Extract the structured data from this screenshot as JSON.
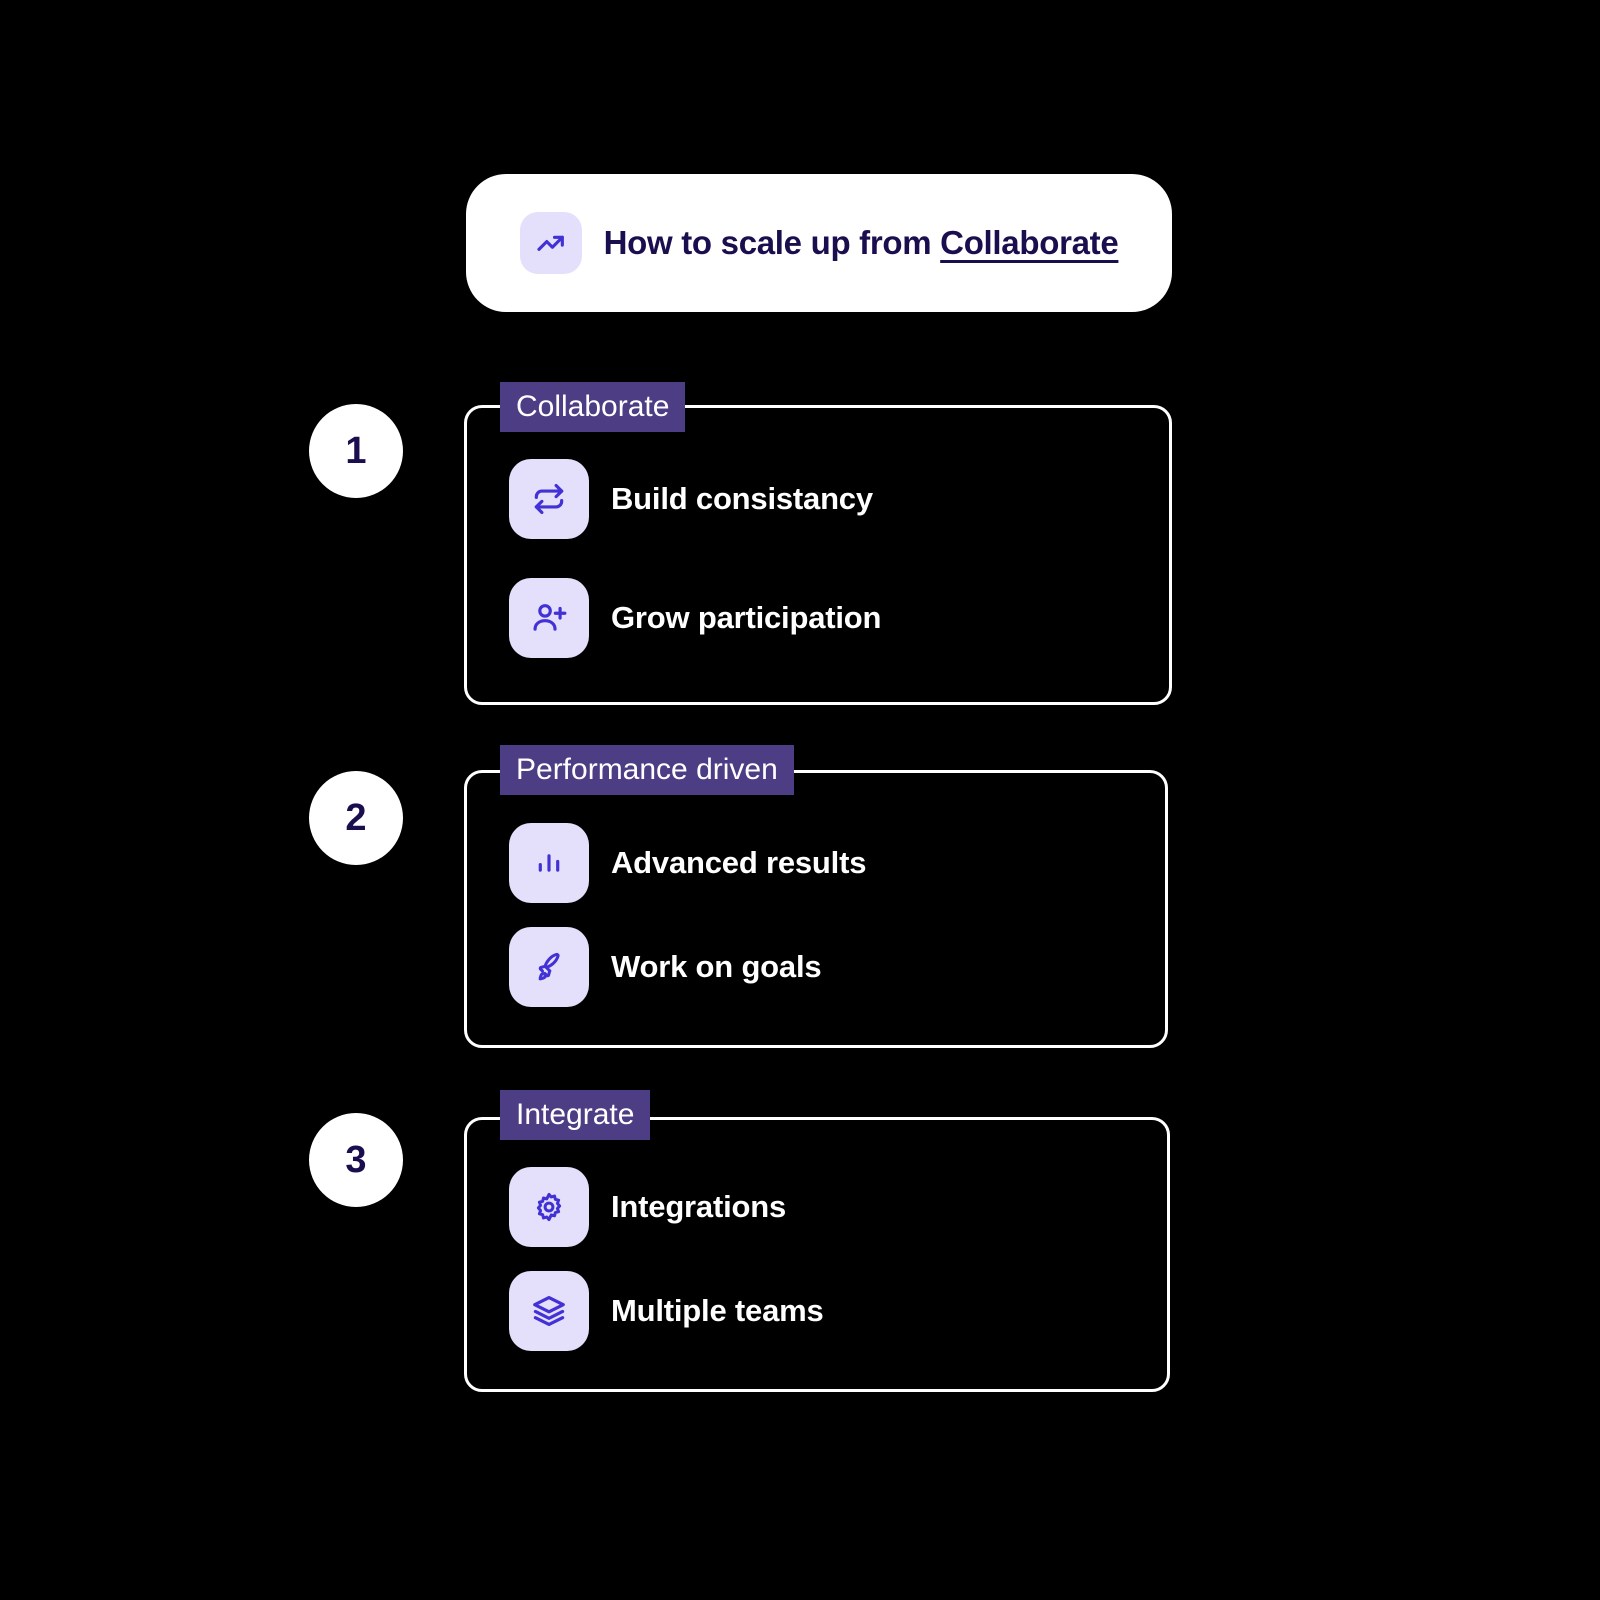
{
  "header": {
    "icon": "trending-up-icon",
    "title_prefix": "How to scale up from ",
    "title_highlight": "Collaborate"
  },
  "colors": {
    "background": "#000000",
    "card_surface": "#FFFFFF",
    "badge_purple": "#4C3D85",
    "icon_tile": "#E4DFFB",
    "icon_stroke": "#4231D4",
    "text_navy": "#1B0E4E",
    "text_white": "#FFFFFF"
  },
  "steps": [
    {
      "number": "1",
      "badge": "Collaborate",
      "features": [
        {
          "icon": "repeat-icon",
          "label": "Build consistancy"
        },
        {
          "icon": "user-plus-icon",
          "label": "Grow participation"
        }
      ]
    },
    {
      "number": "2",
      "badge": "Performance driven",
      "features": [
        {
          "icon": "bar-chart-icon",
          "label": "Advanced results"
        },
        {
          "icon": "rocket-icon",
          "label": "Work on goals"
        }
      ]
    },
    {
      "number": "3",
      "badge": "Integrate",
      "features": [
        {
          "icon": "gear-icon",
          "label": "Integrations"
        },
        {
          "icon": "layers-icon",
          "label": "Multiple teams"
        }
      ]
    }
  ]
}
